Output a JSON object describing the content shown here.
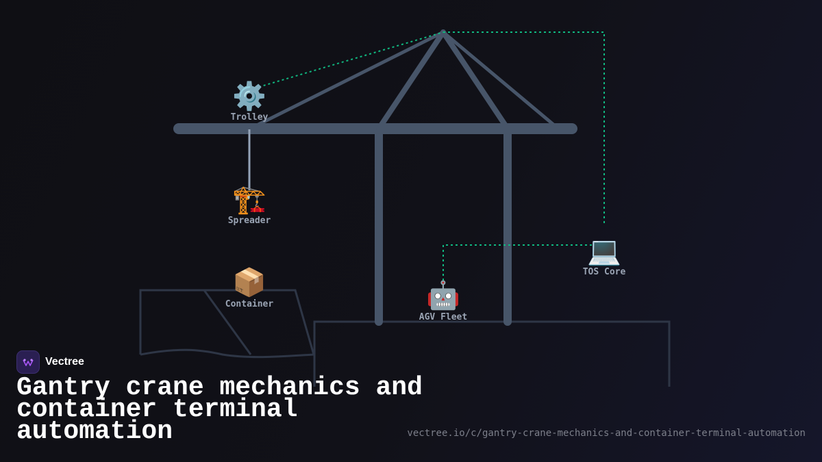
{
  "brand": {
    "name": "Vectree",
    "logo_icon": "vectree-tree-logo"
  },
  "title": "Gantry crane mechanics and container terminal automation",
  "url": "vectree.io/c/gantry-crane-mechanics-and-container-terminal-automation",
  "colors": {
    "crane_structure": "#475569",
    "data_link": "#10b981",
    "label": "#9aa4b4",
    "brand_logo_bg": "#2a1f52",
    "brand_accent": "#a855f7"
  },
  "nodes": {
    "trolley": {
      "label": "Trolley",
      "icon": "⚙️",
      "icon_name": "gear-icon"
    },
    "spreader": {
      "label": "Spreader",
      "icon": "🏗️",
      "icon_name": "crane-icon"
    },
    "container": {
      "label": "Container",
      "icon": "📦",
      "icon_name": "package-icon"
    },
    "agv_fleet": {
      "label": "AGV Fleet",
      "icon": "🤖",
      "icon_name": "robot-icon"
    },
    "tos_core": {
      "label": "TOS Core",
      "icon": "💻",
      "icon_name": "laptop-icon"
    }
  }
}
